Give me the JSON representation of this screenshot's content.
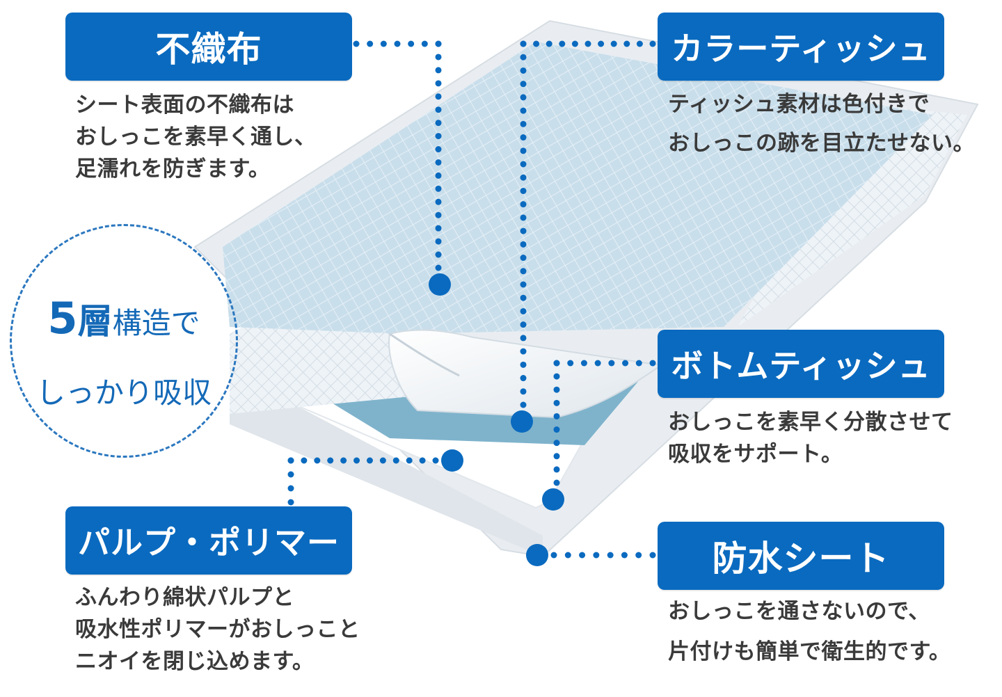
{
  "badge": {
    "num": "5",
    "big": "層",
    "rest": "構造で",
    "line2": "しっかり吸収"
  },
  "layers": {
    "nonwoven": {
      "title": "不織布",
      "lines": [
        "シート表面の不織布は",
        "おしっこを素早く通し、",
        "足濡れを防ぎます。"
      ]
    },
    "color_tissue": {
      "title": "カラーティッシュ",
      "lines": [
        "ティッシュ素材は色付きで",
        "おしっこの跡を目立たせない。"
      ]
    },
    "bottom_tissue": {
      "title": "ボトムティッシュ",
      "lines": [
        "おしっこを素早く分散させて",
        "吸収をサポート。"
      ]
    },
    "pulp_polymer": {
      "title": "パルプ・ポリマー",
      "lines": [
        "ふんわり綿状パルプと",
        "吸水性ポリマーがおしっこと",
        "ニオイを閉じ込めます。"
      ]
    },
    "waterproof": {
      "title": "防水シート",
      "lines": [
        "おしっこを通さないので、",
        "片付けも簡単で衛生的です。"
      ]
    }
  },
  "colors": {
    "accent": "#0a6abf",
    "dot": "#0a6abf",
    "pad_blue": "#c5dcea",
    "pad_deep_blue": "#7fb3cc",
    "text": "#3a3a3a"
  }
}
